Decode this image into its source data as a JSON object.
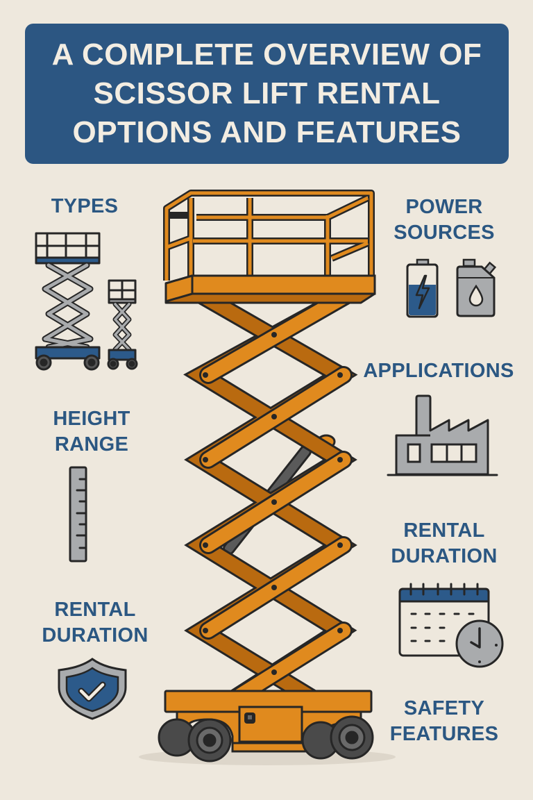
{
  "title": {
    "lines": [
      "A COMPLETE OVERVIEW OF",
      "SCISSOR LIFT RENTAL",
      "OPTIONS AND FEATURES"
    ]
  },
  "left": {
    "types": {
      "label": "TYPES",
      "icon": "scissor-lifts-icon"
    },
    "height_range": {
      "line1": "HEIGHT",
      "line2": "RANGE",
      "icon": "ruler-icon"
    },
    "rental_duration": {
      "line1": "RENTAL",
      "line2": "DURATION",
      "icon": "shield-check-icon"
    }
  },
  "right": {
    "power_sources": {
      "line1": "POWER",
      "line2": "SOURCES",
      "icons": [
        "battery-icon",
        "fuel-can-icon"
      ]
    },
    "applications": {
      "label": "APPLICATIONS",
      "icon": "factory-icon"
    },
    "rental_duration": {
      "line1": "RENTAL",
      "line2": "DURATION",
      "icon": "calendar-clock-icon"
    },
    "safety_features": {
      "line1": "SAFETY",
      "line2": "FEATURES"
    }
  },
  "center": {
    "illustration": "scissor-lift-illustration"
  },
  "colors": {
    "background": "#eee8dd",
    "title_bg": "#2c5682",
    "title_text": "#f3ede2",
    "label_text": "#2b5782",
    "lift_orange": "#e08a1e",
    "lift_orange_dark": "#b96a10",
    "outline": "#262626",
    "gray": "#a9abad",
    "blue": "#2c5a8a"
  }
}
